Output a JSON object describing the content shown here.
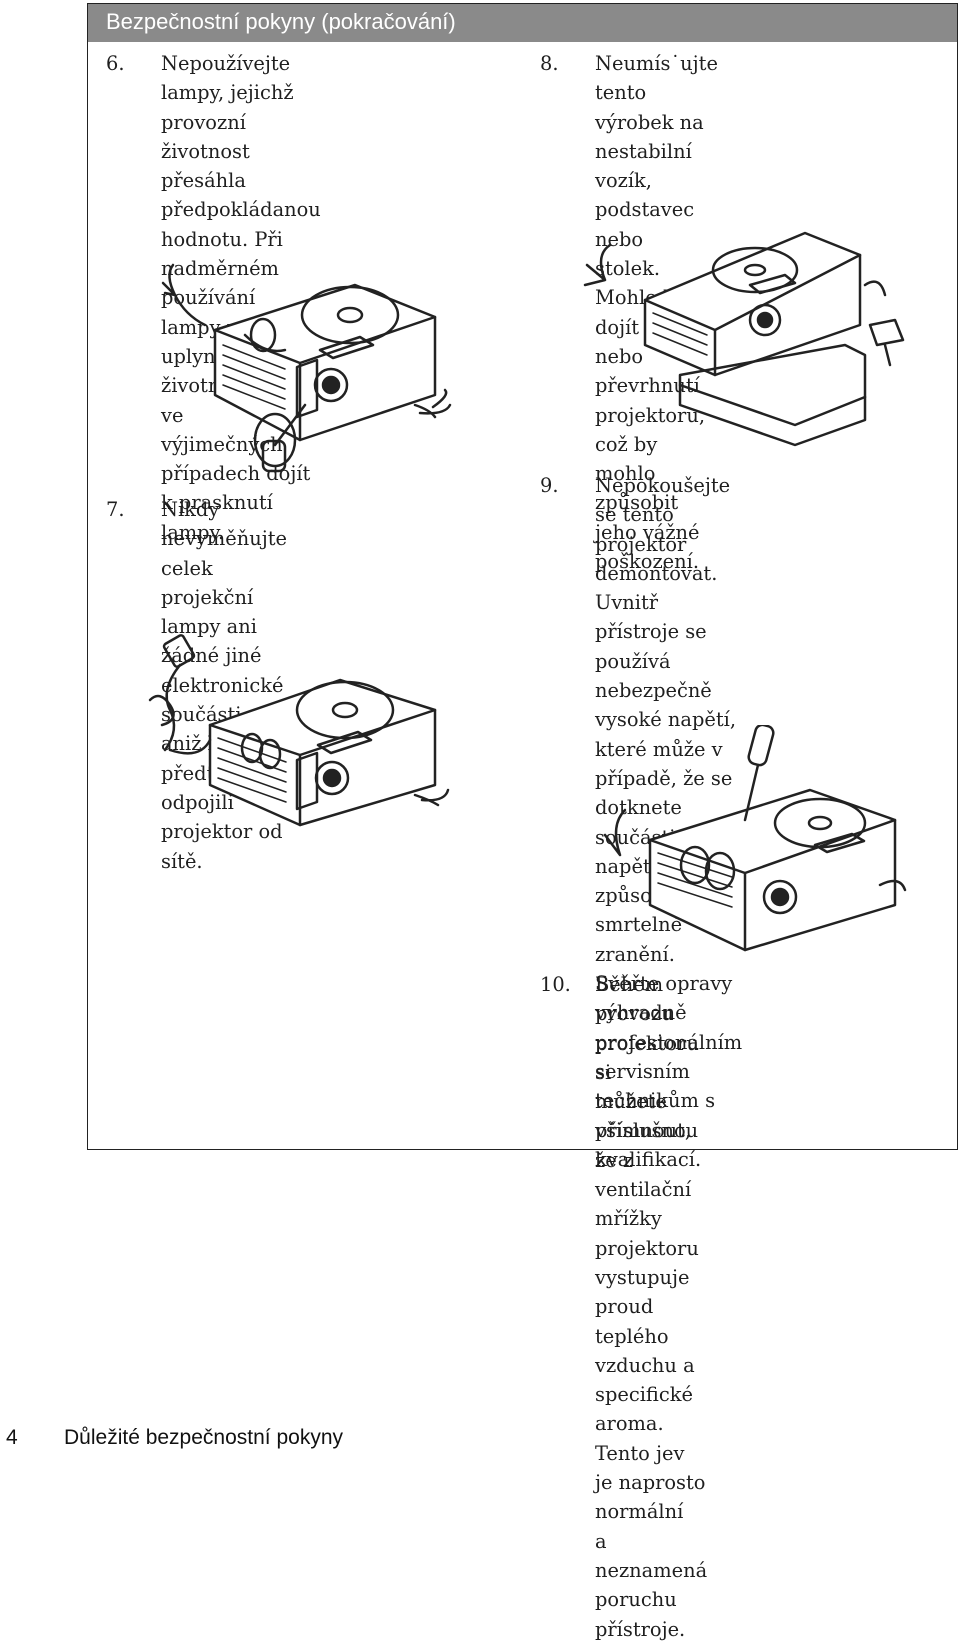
{
  "header": {
    "title": "Bezpečnostní pokyny (pokračování)"
  },
  "items": [
    {
      "num": "6.",
      "lines": [
        "Nepoužívejte lampy, jejichž",
        "provozní životnost přesáhla",
        "předpokládanou hodnotu. Při",
        "nadměrném používání lampy po",
        "uplynutí její životnosti může ve",
        "výjimečných případech dojít",
        "k prasknutí lampy."
      ]
    },
    {
      "num": "7.",
      "lines": [
        "Nikdy nevyměňujte celek projekční",
        "lampy ani žádné jiné elektronické",
        "součásti, aniž byste předtím odpojili",
        "projektor od sítě."
      ]
    },
    {
      "num": "8.",
      "lines": [
        "Neumís˙ujte tento výrobek na",
        "nestabilní vozík, podstavec nebo",
        "stolek. Mohlo by dojít k pádu nebo",
        "převrhnutí projektoru, což by",
        "mohlo způsobit jeho vážné",
        "poškození."
      ]
    },
    {
      "num": "9.",
      "lines": [
        "Nepokoušejte se tento projektor",
        "demontovat. Uvnitř přístroje se",
        "používá nebezpečně vysoké napětí,",
        "které může v případě, že se dotknete",
        "součásti pod napětím, způsobit",
        "smrtelné zranění. Svěřte opravy",
        "výhradně profesionálním servisním",
        "technikům s příslušnou kvalifikací."
      ]
    },
    {
      "num": "10.",
      "lines": [
        "Během provozu projektoru si",
        "můžete všimnout, že z ventilační",
        "mřížky projektoru vystupuje proud",
        "teplého vzduchu a specifické aroma.",
        "Tento jev je naprosto normální",
        "a neznamená poruchu přístroje."
      ]
    }
  ],
  "footer": {
    "page_number": "4",
    "section_title": "Důležité bezpečnostní pokyny"
  },
  "illustrations": [
    {
      "icon": "projector-broken-lamp-icon"
    },
    {
      "icon": "projector-power-cord-icon"
    },
    {
      "icon": "projector-falling-cart-icon"
    },
    {
      "icon": "projector-screwdriver-icon"
    }
  ],
  "colors": {
    "header_bg": "#8a8a8a",
    "header_text": "#ffffff",
    "text": "#1f1f1f",
    "border": "#222222"
  }
}
